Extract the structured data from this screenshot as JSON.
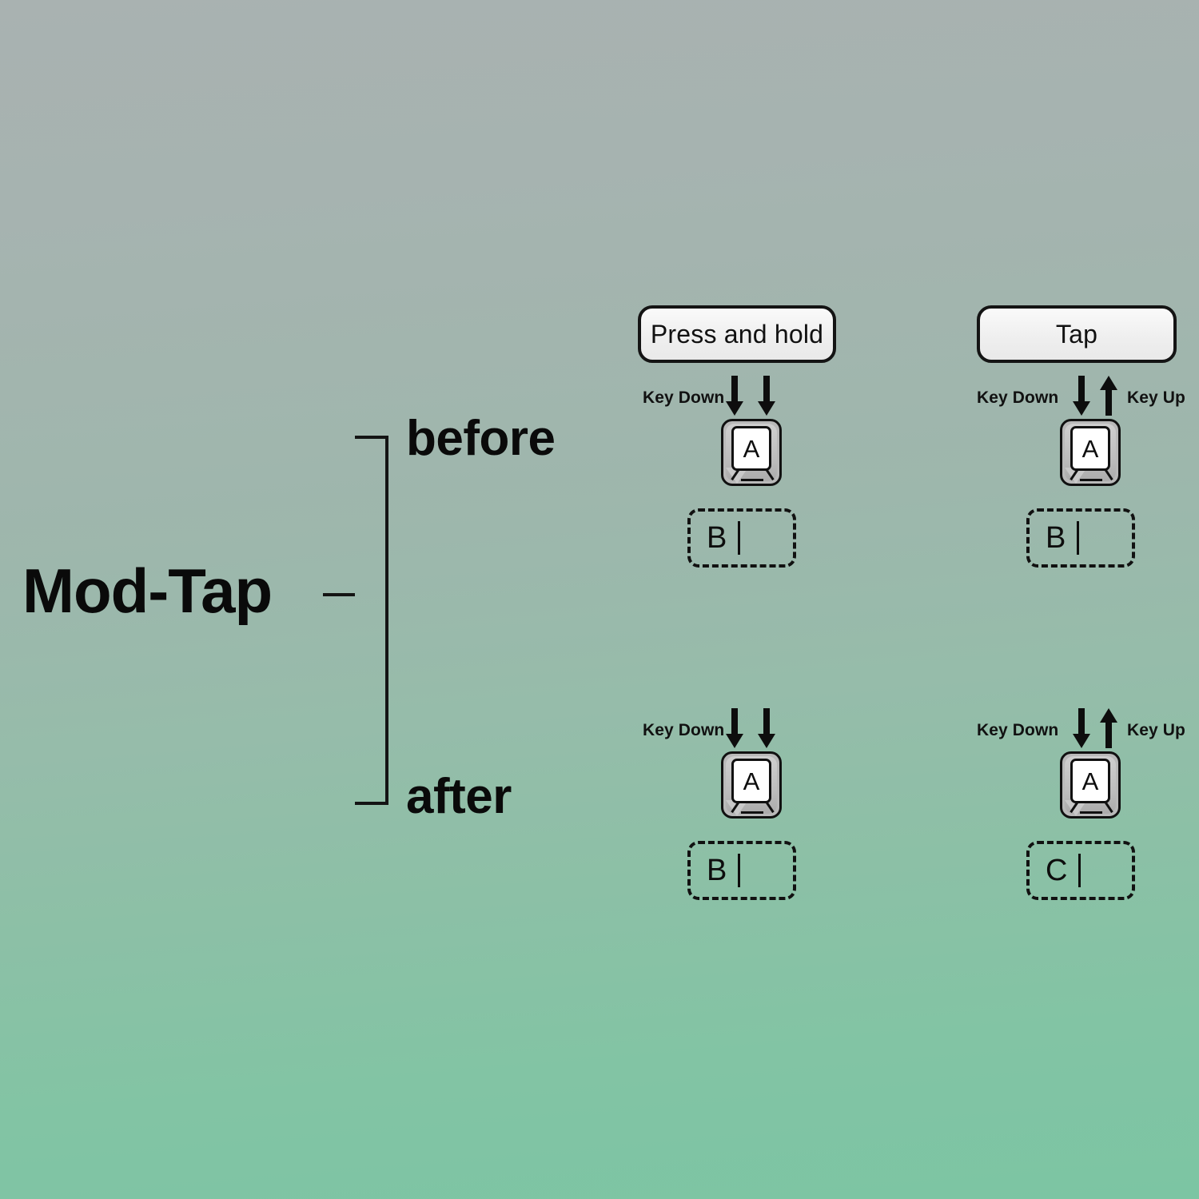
{
  "background": {
    "top_color": "#a9b2b1",
    "bottom_color": "#7cc5a3"
  },
  "title": "Mod-Tap",
  "branches": [
    {
      "label": "before"
    },
    {
      "label": "after"
    }
  ],
  "panels": {
    "top_left": {
      "pill": "Press and hold",
      "left_label": "Key Down",
      "right_label": "",
      "arrows": [
        "down",
        "down"
      ],
      "key": "A",
      "output": "B"
    },
    "top_right": {
      "pill": "Tap",
      "left_label": "Key Down",
      "right_label": "Key Up",
      "arrows": [
        "down",
        "up"
      ],
      "key": "A",
      "output": "B"
    },
    "bottom_left": {
      "pill": "",
      "left_label": "Key Down",
      "right_label": "",
      "arrows": [
        "down",
        "down"
      ],
      "key": "A",
      "output": "B"
    },
    "bottom_right": {
      "pill": "",
      "left_label": "Key Down",
      "right_label": "Key Up",
      "arrows": [
        "down",
        "up"
      ],
      "key": "A",
      "output": "C"
    }
  }
}
